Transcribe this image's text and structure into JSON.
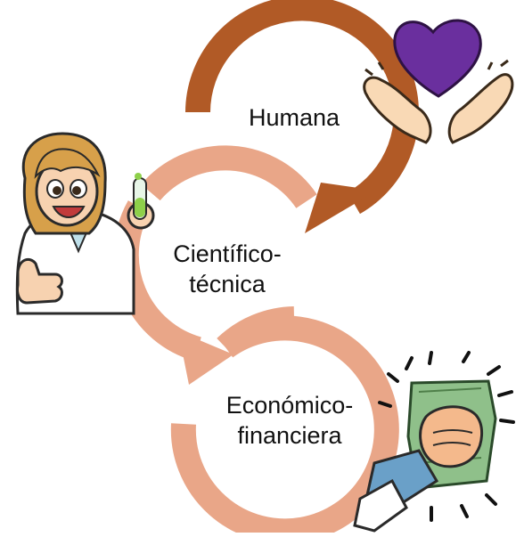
{
  "cycle": {
    "stages": [
      {
        "lines": [
          "Humana"
        ],
        "color": "#b15a26"
      },
      {
        "lines": [
          "Científico-",
          "técnica"
        ],
        "color": "#e9a688"
      },
      {
        "lines": [
          "Económico-",
          "financiera"
        ],
        "color": "#e9a688"
      }
    ]
  },
  "illustrations": {
    "heart_hands": {
      "icon": "heart-in-hands-icon",
      "heart_color": "#6a2f9e",
      "skin_color": "#f9d9b5"
    },
    "scientist": {
      "icon": "scientist-thumbs-up-icon",
      "hair_color": "#d7a04a",
      "coat_color": "#ffffff"
    },
    "money": {
      "icon": "hand-holding-money-icon",
      "money_color": "#8fc08a"
    }
  }
}
